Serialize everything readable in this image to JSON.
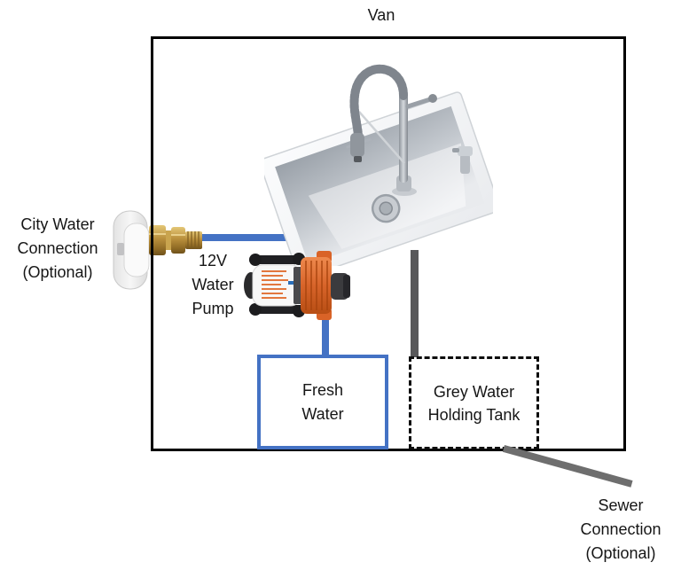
{
  "diagram": {
    "title": "Van",
    "nodes": {
      "city_water": {
        "lines": [
          "City Water",
          "Connection",
          "(Optional)"
        ]
      },
      "pump": {
        "lines": [
          "12V",
          "Water",
          "Pump"
        ]
      },
      "fresh_water": {
        "lines": [
          "Fresh",
          "Water"
        ]
      },
      "grey_water": {
        "lines": [
          "Grey Water",
          "Holding Tank"
        ]
      },
      "sewer": {
        "lines": [
          "Sewer",
          "Connection",
          "(Optional)"
        ]
      }
    },
    "icons": {
      "sink": "kitchen-sink-with-pulldown-faucet",
      "pump": "orange-12v-diaphragm-water-pump",
      "city_water_inlet": "white-city-water-inlet-with-brass-fitting"
    },
    "colors": {
      "fresh_pipe": "#4472C4",
      "grey_pipe": "#58585a",
      "sewer_pipe": "#6e6e6e",
      "outline": "#000000",
      "fresh_water_box_border": "#4472C4"
    }
  }
}
